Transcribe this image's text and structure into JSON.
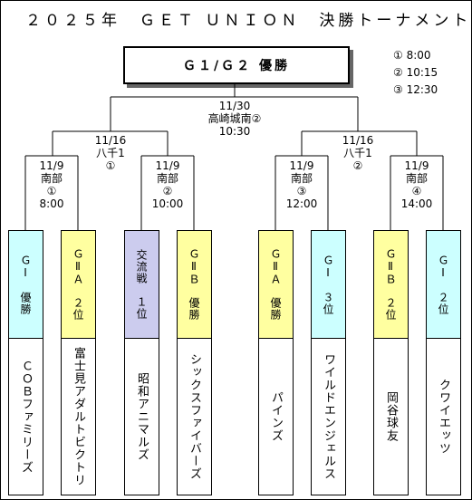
{
  "title": "２０２５年　ＧＥＴ ＵＮＩＯＮ　決勝トーナメント",
  "champion": "Ｇ１/Ｇ２ 優勝",
  "legend": [
    "① 8:00",
    "② 10:15",
    "③ 12:30"
  ],
  "matches": {
    "final": [
      "11/30",
      "高崎城南②",
      "10:30"
    ],
    "semi_left": [
      "11/16",
      "八千1",
      "①"
    ],
    "semi_right": [
      "11/16",
      "八千1",
      "②"
    ],
    "q1": [
      "11/9",
      "南部",
      "①",
      "8:00"
    ],
    "q2": [
      "11/9",
      "南部",
      "②",
      "10:00"
    ],
    "q3": [
      "11/9",
      "南部",
      "③",
      "12:00"
    ],
    "q4": [
      "11/9",
      "南部",
      "④",
      "14:00"
    ]
  },
  "teams": [
    {
      "tag": "ＧⅠ　優勝",
      "name": "ＣＯＢファミリーズ"
    },
    {
      "tag": "ＧⅡＡ　２位",
      "name": "富士見アダルトビクトリ"
    },
    {
      "tag": "交流戦　１位",
      "name": "昭和アニマルズ"
    },
    {
      "tag": "ＧⅡＢ　優勝",
      "name": "シックスファイバーズ"
    },
    {
      "tag": "ＧⅡＡ　優勝",
      "name": "パインズ"
    },
    {
      "tag": "ＧⅠ　３位",
      "name": "ワイルドエンジェルス"
    },
    {
      "tag": "ＧⅡＢ　２位",
      "name": "岡谷球友"
    },
    {
      "tag": "ＧⅠ　２位",
      "name": "クワイエッツ"
    }
  ],
  "colors": {
    "yellow": "#ffffa0",
    "cyan": "#ccffff",
    "purple": "#ccccee"
  }
}
